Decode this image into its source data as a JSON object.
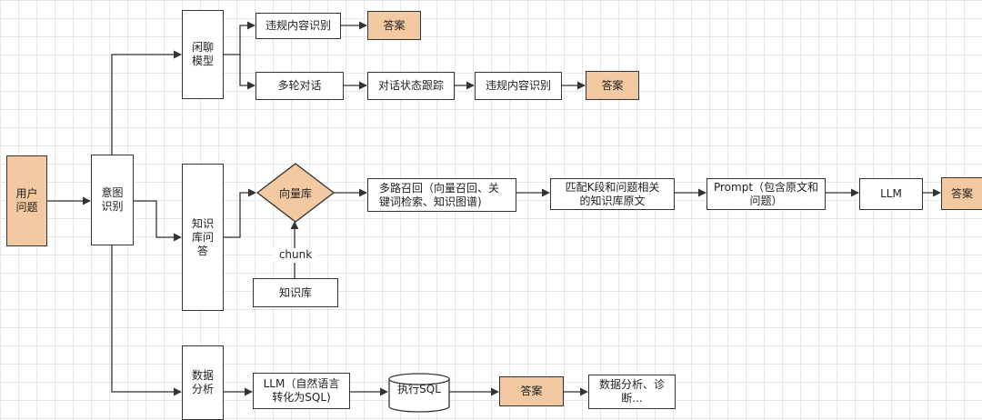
{
  "nodes": {
    "user_question": "用户\n问题",
    "intent": "意图\n识别",
    "chat_model": "闲聊\n模型",
    "kb_qa": "知识\n库问\n答",
    "data_analysis": "数据\n分析",
    "violation_1": "违规内容识别",
    "answer_1": "答案",
    "multi_turn": "多轮对话",
    "dialog_state": "对话状态跟踪",
    "violation_2": "违规内容识别",
    "answer_2": "答案",
    "vector_db": "向量库",
    "chunk": "chunk",
    "knowledge_base": "知识库",
    "multi_recall": "多路召回（向量召回、关\n键词检索、知识图谱)",
    "match_k": "匹配K段和问题相关\n的知识库原文",
    "prompt": "Prompt（包含原文和\n问题）",
    "llm": "LLM",
    "answer_3": "答案",
    "llm_sql": "LLM（自然语言\n转化为SQL)",
    "exec_sql": "执行SQL",
    "answer_4": "答案",
    "data_diag": "数据分析、诊\n断..."
  },
  "colors": {
    "highlight": "#f2c9a0",
    "stroke": "#333333",
    "grid": "#e6e6e6"
  }
}
